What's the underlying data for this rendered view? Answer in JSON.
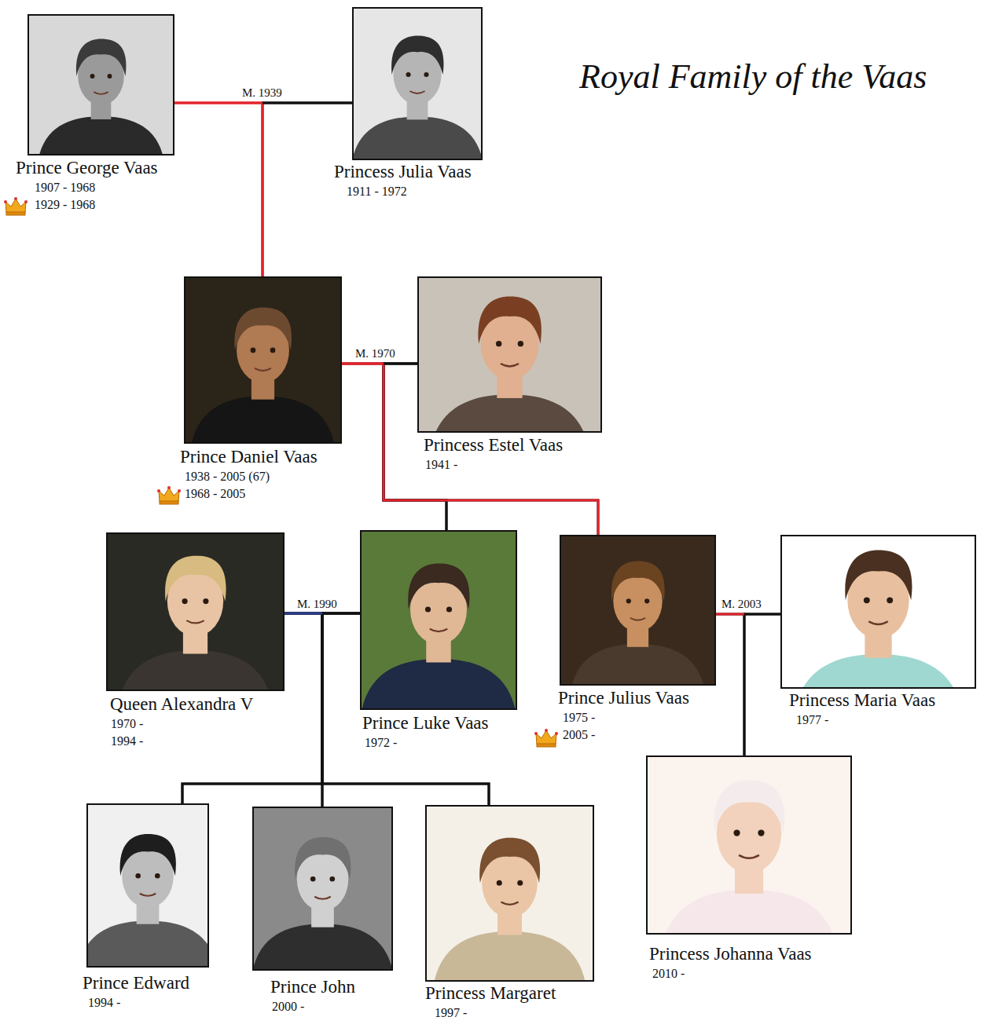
{
  "diagram": {
    "title": "Royal Family of the Vaas",
    "nodes": [
      {
        "text": [
          "Prince George Vaas",
          "1907 - 1968",
          "1929 - 1968"
        ]
      },
      {
        "text": [
          "Princess Julia Vaas",
          "1911 - 1972"
        ]
      },
      {
        "text": [
          "Prince Daniel Vaas",
          "1938 - 2005 (67)",
          "1968 - 2005"
        ]
      },
      {
        "text": [
          "Princess Estel Vaas",
          "1941 -"
        ]
      },
      {
        "text": [
          "Queen Alexandra V",
          "1970 -",
          "1994 -"
        ]
      },
      {
        "text": [
          "Prince Luke Vaas",
          "1972 -"
        ]
      },
      {
        "text": [
          "Prince Julius Vaas",
          "1975 -",
          "2005 -"
        ]
      },
      {
        "text": [
          "Princess Maria Vaas",
          "1977 -"
        ]
      },
      {
        "text": [
          "Prince Edward",
          "1994 -"
        ]
      },
      {
        "text": [
          "Prince John",
          "2000 -"
        ]
      },
      {
        "text": [
          "Princess Margaret",
          "1997 -"
        ]
      },
      {
        "text": [
          "Princess Johanna Vaas",
          "2010 -"
        ]
      }
    ],
    "edges": [
      {
        "from": 0,
        "to": 1,
        "label": "M. 1939",
        "arrow": "none"
      },
      {
        "from": 0,
        "to": 2,
        "arrow": "none"
      },
      {
        "from": 1,
        "to": 2,
        "arrow": "none"
      },
      {
        "from": 2,
        "to": 3,
        "label": "M. 1970",
        "arrow": "none"
      },
      {
        "from": 2,
        "to": 5,
        "arrow": "none"
      },
      {
        "from": 3,
        "to": 5,
        "arrow": "none"
      },
      {
        "from": 2,
        "to": 6,
        "arrow": "none"
      },
      {
        "from": 3,
        "to": 6,
        "arrow": "none"
      },
      {
        "from": 4,
        "to": 5,
        "label": "M. 1990",
        "arrow": "none"
      },
      {
        "from": 6,
        "to": 7,
        "label": "M. 2003",
        "arrow": "none"
      },
      {
        "from": 4,
        "to": 8,
        "arrow": "none"
      },
      {
        "from": 5,
        "to": 8,
        "arrow": "none"
      },
      {
        "from": 4,
        "to": 9,
        "arrow": "none"
      },
      {
        "from": 5,
        "to": 9,
        "arrow": "none"
      },
      {
        "from": 4,
        "to": 10,
        "arrow": "none"
      },
      {
        "from": 5,
        "to": 10,
        "arrow": "none"
      },
      {
        "from": 6,
        "to": 11,
        "arrow": "none"
      },
      {
        "from": 7,
        "to": 11,
        "arrow": "none"
      }
    ]
  }
}
